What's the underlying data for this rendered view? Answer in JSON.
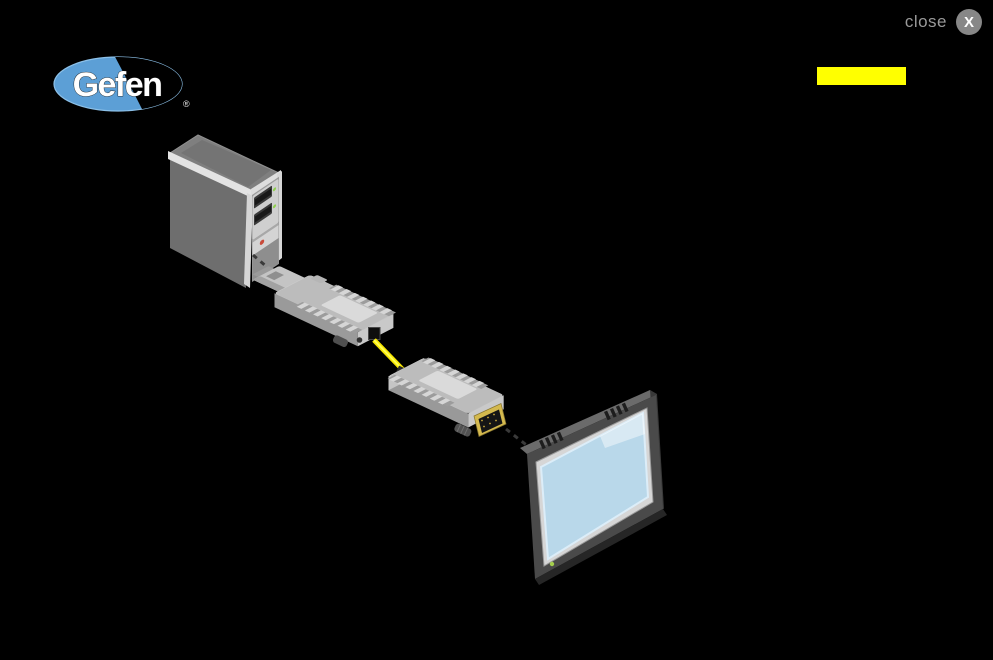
{
  "window": {
    "close_label": "close",
    "close_icon_letter": "X"
  },
  "brand": {
    "wordmark": "Gefen",
    "registered_mark": "®"
  },
  "highlight_marker": {
    "color": "#FFFF00"
  },
  "colors": {
    "background": "#000000",
    "close_text": "#9A9A9A",
    "close_circle": "#878787",
    "brand_blue": "#5C9FD6",
    "fiber_cable_yellow": "#FFF200",
    "dvi_cable_dark": "#3A3A3A",
    "device_body_gray": "#BCBCBC",
    "monitor_screen_blue": "#B9D8EA",
    "dvi_connector_gold": "#D4B94E",
    "power_led_green": "#A5CF4D",
    "drive_led_green": "#8FD14F",
    "front_led_red": "#C94B3B"
  },
  "diagram": {
    "nodes": [
      {
        "name": "computer-tower"
      },
      {
        "name": "fiber-optic-sender-dongle"
      },
      {
        "name": "fiber-optic-receiver-dongle"
      },
      {
        "name": "monitor-display"
      }
    ],
    "links": [
      {
        "from": "computer-tower",
        "to": "fiber-optic-sender-dongle",
        "style": "dashed-dvi-cable"
      },
      {
        "from": "fiber-optic-sender-dongle",
        "to": "fiber-optic-receiver-dongle",
        "style": "solid-yellow-fiber"
      },
      {
        "from": "fiber-optic-receiver-dongle",
        "to": "monitor-display",
        "style": "dashed-dvi-cable"
      }
    ]
  }
}
